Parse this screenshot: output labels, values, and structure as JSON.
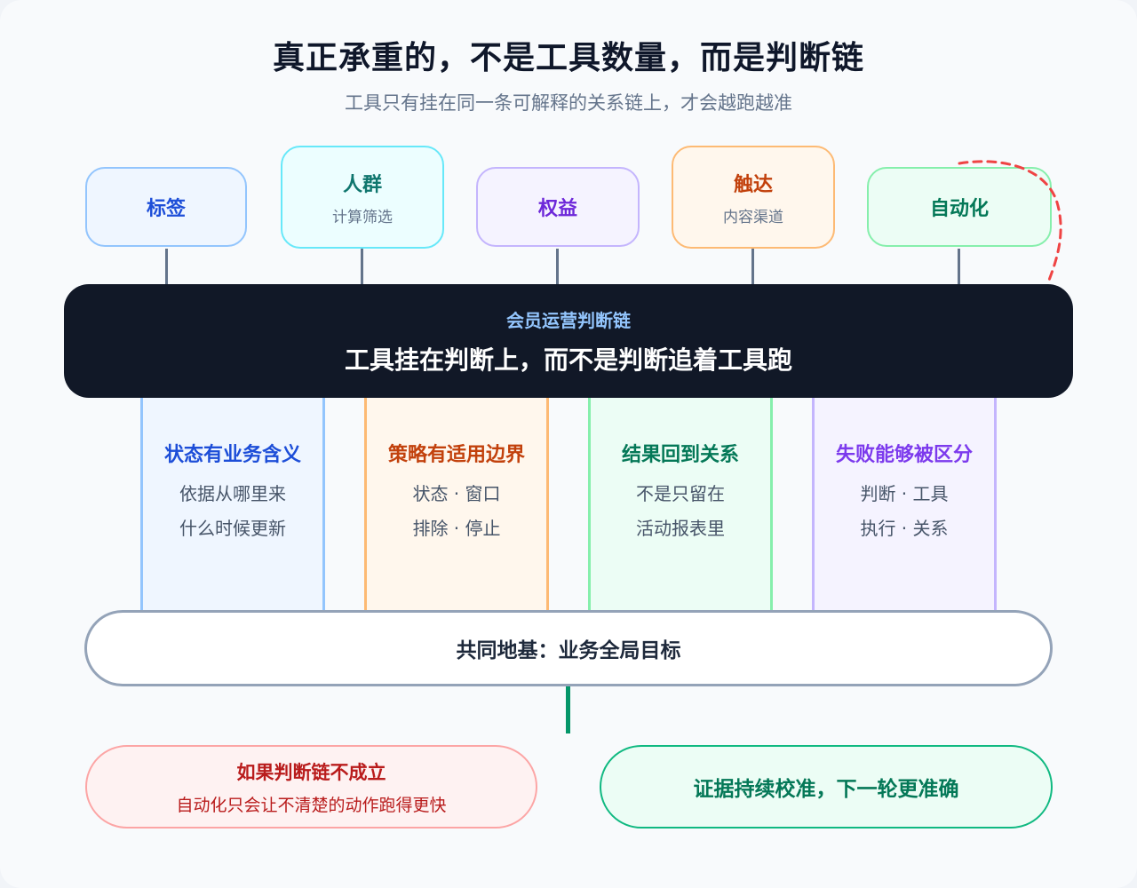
{
  "title": "真正承重的，不是工具数量，而是判断链",
  "subtitle": "工具只有挂在同一条可解释的关系链上，才会越跑越准",
  "tools": [
    {
      "label": "标签",
      "sub": "",
      "color": "#1d4ed8",
      "bg": "#eff6ff",
      "border": "#93c5fd"
    },
    {
      "label": "人群",
      "sub": "计算筛选",
      "color": "#0f766e",
      "bg": "#ecfeff",
      "border": "#67e8f9"
    },
    {
      "label": "权益",
      "sub": "",
      "color": "#6d28d9",
      "bg": "#f5f3ff",
      "border": "#c4b5fd"
    },
    {
      "label": "触达",
      "sub": "内容渠道",
      "color": "#c2410c",
      "bg": "#fff7ed",
      "border": "#fdba74"
    },
    {
      "label": "自动化",
      "sub": "",
      "color": "#047857",
      "bg": "#ecfdf5",
      "border": "#86efac"
    }
  ],
  "chain": {
    "label": "会员运营判断链",
    "text": "工具挂在判断上，而不是判断追着工具跑"
  },
  "pillars": [
    {
      "title": "状态有业务含义",
      "lines": [
        "依据从哪里来",
        "什么时候更新"
      ],
      "color": "#1d4ed8",
      "bg": "#eff6ff",
      "border": "#93c5fd"
    },
    {
      "title": "策略有适用边界",
      "lines": [
        "状态 · 窗口",
        "排除 · 停止"
      ],
      "color": "#c2410c",
      "bg": "#fff7ed",
      "border": "#fdba74"
    },
    {
      "title": "结果回到关系",
      "lines": [
        "不是只留在",
        "活动报表里"
      ],
      "color": "#047857",
      "bg": "#ecfdf5",
      "border": "#86efac"
    },
    {
      "title": "失败能够被区分",
      "lines": [
        "判断 · 工具",
        "执行 · 关系"
      ],
      "color": "#7c3aed",
      "bg": "#f5f3ff",
      "border": "#c4b5fd"
    }
  ],
  "base": {
    "text": "共同地基：业务全局目标"
  },
  "warning": {
    "title": "如果判断链不成立",
    "text": "自动化只会让不清楚的动作跑得更快"
  },
  "good": {
    "text": "证据持续校准，下一轮更准确"
  }
}
